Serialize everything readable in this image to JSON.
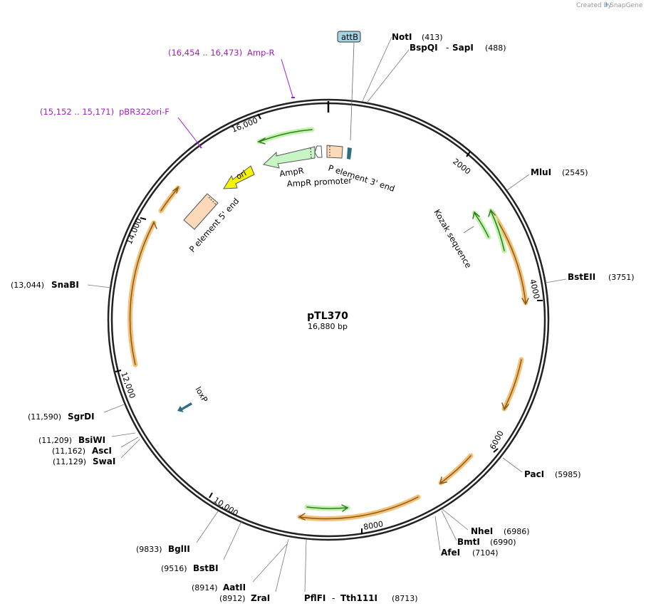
{
  "watermark": "Created by",
  "brand": "SnapGene",
  "plasmid": {
    "name": "pTL370",
    "size": "16,880 bp"
  },
  "map_features": [
    {
      "name": "attB",
      "label": "attB"
    },
    {
      "name": "AmpR",
      "label": "AmpR"
    },
    {
      "name": "AmpR promoter",
      "label": "AmpR promoter"
    },
    {
      "name": "P element 3' end",
      "label": "P element 3' end"
    },
    {
      "name": "ori",
      "label": "ori"
    },
    {
      "name": "P element 5' end",
      "label": "P element 5' end"
    },
    {
      "name": "Kozak sequence",
      "label": "Kozak sequence"
    },
    {
      "name": "loxP",
      "label": "loxP"
    }
  ],
  "primers": [
    {
      "range": "(16,454 .. 16,473)",
      "name": "Amp-R"
    },
    {
      "range": "(15,152 .. 15,171)",
      "name": "pBR322ori-F"
    }
  ],
  "restriction_sites": [
    {
      "name": "NotI",
      "pos": "(413)"
    },
    {
      "name": "BspQI",
      "sep": "-",
      "name2": "SapI",
      "pos": "(488)"
    },
    {
      "name": "MluI",
      "pos": "(2545)"
    },
    {
      "name": "BstEII",
      "pos": "(3751)"
    },
    {
      "name": "PacI",
      "pos": "(5985)"
    },
    {
      "name": "NheI",
      "pos": "(6986)"
    },
    {
      "name": "BmtI",
      "pos": "(6990)"
    },
    {
      "name": "AfeI",
      "pos": "(7104)"
    },
    {
      "name": "PflFI",
      "sep": "-",
      "name2": "Tth111I",
      "pos": "(8713)"
    },
    {
      "name": "ZraI",
      "pos": "(8912)"
    },
    {
      "name": "AatII",
      "pos": "(8914)"
    },
    {
      "name": "BstBI",
      "pos": "(9516)"
    },
    {
      "name": "BglII",
      "pos": "(9833)"
    },
    {
      "name": "SwaI",
      "pos": "(11,129)"
    },
    {
      "name": "AscI",
      "pos": "(11,162)"
    },
    {
      "name": "BsiWI",
      "pos": "(11,209)"
    },
    {
      "name": "SgrDI",
      "pos": "(11,590)"
    },
    {
      "name": "SnaBI",
      "pos": "(13,044)"
    }
  ],
  "ticks": [
    "2000",
    "4000",
    "6000",
    "8000",
    "10,000",
    "12,000",
    "14,000",
    "16,000"
  ],
  "colors": {
    "backbone": "#333333",
    "orf_orange": "#f3b96a",
    "orf_green": "#b9f0a6",
    "ampr": "#c8f5c6",
    "p_element": "#fcd9b8",
    "ori": "#f5f500",
    "attb": "#a7d4e3",
    "loxp": "#2f6d80",
    "primer": "#a020c8"
  }
}
